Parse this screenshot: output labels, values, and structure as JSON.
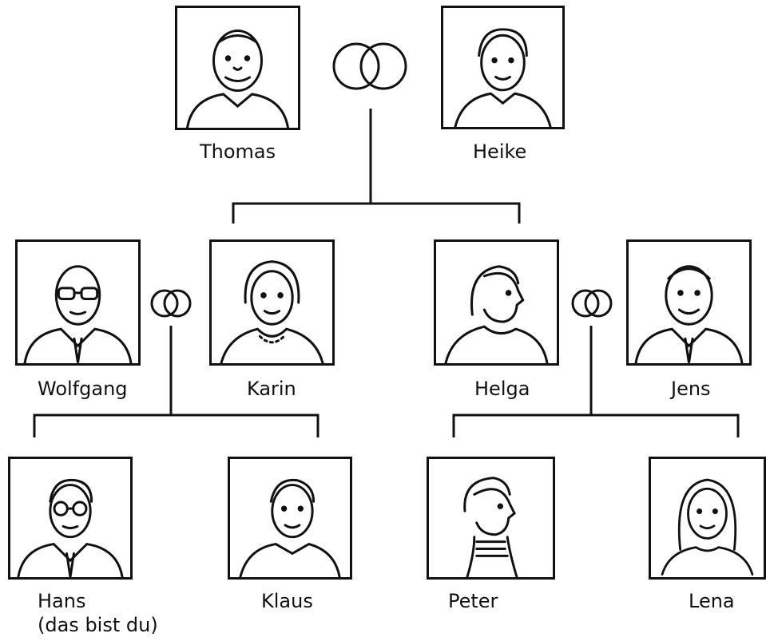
{
  "people": {
    "thomas": {
      "name": "Thomas"
    },
    "heike": {
      "name": "Heike"
    },
    "wolfgang": {
      "name": "Wolfgang"
    },
    "karin": {
      "name": "Karin"
    },
    "helga": {
      "name": "Helga"
    },
    "jens": {
      "name": "Jens"
    },
    "hans": {
      "name": "Hans",
      "note": "(das bist du)"
    },
    "klaus": {
      "name": "Klaus"
    },
    "peter": {
      "name": "Peter"
    },
    "lena": {
      "name": "Lena"
    }
  },
  "marriages": [
    {
      "partners": [
        "thomas",
        "heike"
      ],
      "icon": "wedding-rings-icon"
    },
    {
      "partners": [
        "wolfgang",
        "karin"
      ],
      "icon": "wedding-rings-icon"
    },
    {
      "partners": [
        "helga",
        "jens"
      ],
      "icon": "wedding-rings-icon"
    }
  ],
  "children": [
    {
      "parents": [
        "thomas",
        "heike"
      ],
      "children": [
        "karin",
        "helga"
      ]
    },
    {
      "parents": [
        "wolfgang",
        "karin"
      ],
      "children": [
        "hans",
        "klaus"
      ]
    },
    {
      "parents": [
        "helga",
        "jens"
      ],
      "children": [
        "peter",
        "lena"
      ]
    }
  ]
}
